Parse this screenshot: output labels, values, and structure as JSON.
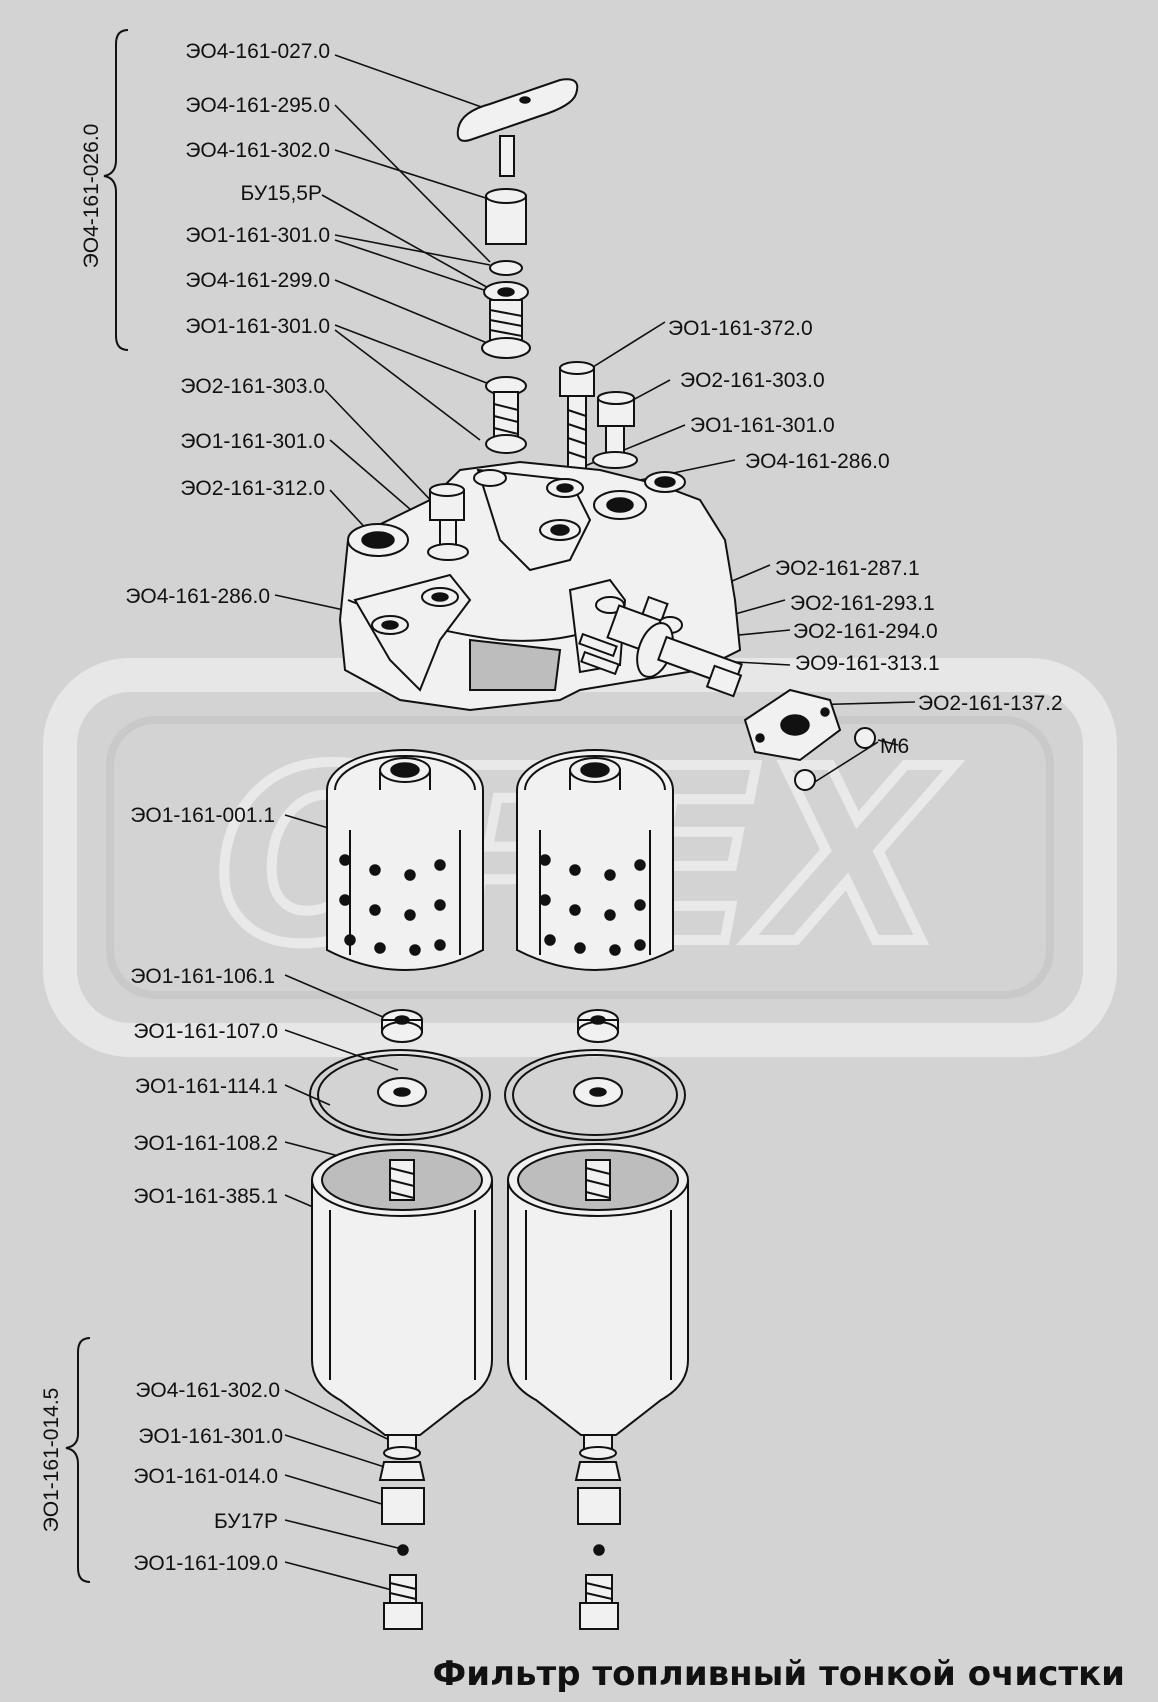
{
  "title": "Фильтр топливный тонкой очистки",
  "watermark": "OPEX",
  "brackets": {
    "upper": "ЭО4-161-026.0",
    "lower": "ЭО1-161-014.5"
  },
  "labels_left": [
    "ЭО4-161-027.0",
    "ЭО4-161-295.0",
    "ЭО4-161-302.0",
    "БУ15,5Р",
    "ЭО1-161-301.0",
    "ЭО4-161-299.0",
    "ЭО1-161-301.0",
    "ЭО2-161-303.0",
    "ЭО1-161-301.0",
    "ЭО2-161-312.0",
    "ЭО4-161-286.0",
    "ЭО1-161-001.1",
    "ЭО1-161-106.1",
    "ЭО1-161-107.0",
    "ЭО1-161-114.1",
    "ЭО1-161-108.2",
    "ЭО1-161-385.1",
    "ЭО4-161-302.0",
    "ЭО1-161-301.0",
    "ЭО1-161-014.0",
    "БУ17Р",
    "ЭО1-161-109.0"
  ],
  "labels_right": [
    "ЭО1-161-372.0",
    "ЭО2-161-303.0",
    "ЭО1-161-301.0",
    "ЭО4-161-286.0",
    "ЭО2-161-287.1",
    "ЭО2-161-293.1",
    "ЭО2-161-294.0",
    "ЭО9-161-313.1",
    "ЭО2-161-137.2",
    "М6"
  ]
}
